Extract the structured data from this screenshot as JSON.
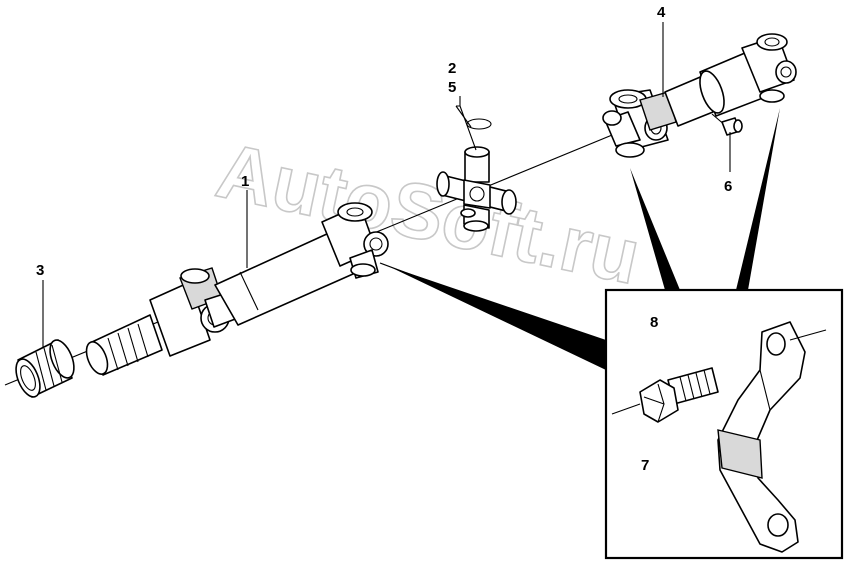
{
  "watermark": "AutoSoft.ru",
  "callouts": {
    "c1": "1",
    "c2": "2",
    "c3": "3",
    "c4": "4",
    "c5": "5",
    "c6": "6",
    "c7": "7",
    "c8": "8"
  },
  "colors": {
    "ink": "#000000",
    "shade": "#d9d9d9",
    "watermark": "#c8c8c8"
  }
}
